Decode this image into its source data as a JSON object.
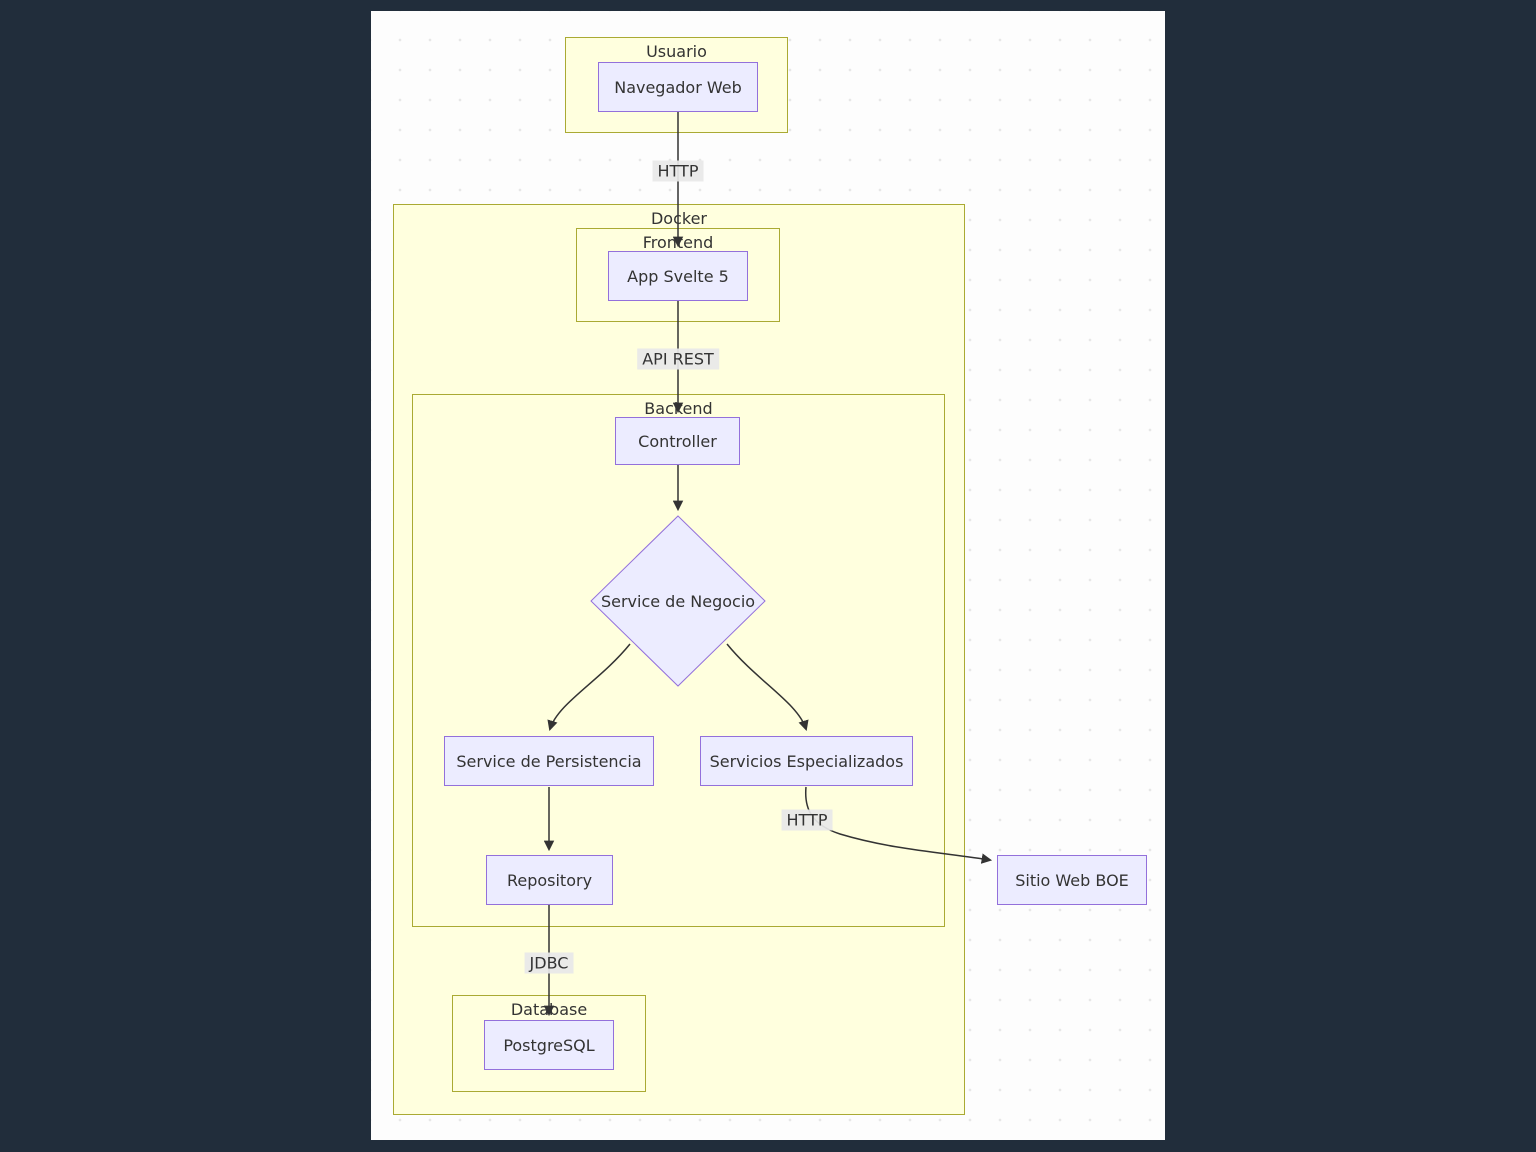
{
  "diagram": {
    "type": "flowchart",
    "direction": "top-down",
    "containers": [
      {
        "id": "usuario",
        "label": "Usuario"
      },
      {
        "id": "docker",
        "label": "Docker"
      },
      {
        "id": "frontend",
        "label": "Frontend"
      },
      {
        "id": "backend",
        "label": "Backend"
      },
      {
        "id": "database",
        "label": "Database"
      }
    ],
    "nodes": [
      {
        "id": "navegador-web",
        "label": "Navegador Web",
        "shape": "rect",
        "container": "usuario"
      },
      {
        "id": "app-svelte-5",
        "label": "App Svelte 5",
        "shape": "rect",
        "container": "frontend"
      },
      {
        "id": "controller",
        "label": "Controller",
        "shape": "rect",
        "container": "backend"
      },
      {
        "id": "service-negocio",
        "label": "Service de Negocio",
        "shape": "diamond",
        "container": "backend"
      },
      {
        "id": "service-persistencia",
        "label": "Service de Persistencia",
        "shape": "rect",
        "container": "backend"
      },
      {
        "id": "servicios-especializados",
        "label": "Servicios Especializados",
        "shape": "rect",
        "container": "backend"
      },
      {
        "id": "repository",
        "label": "Repository",
        "shape": "rect",
        "container": "backend"
      },
      {
        "id": "postgresql",
        "label": "PostgreSQL",
        "shape": "rect",
        "container": "database"
      },
      {
        "id": "sitio-web-boe",
        "label": "Sitio Web BOE",
        "shape": "rect",
        "container": null
      }
    ],
    "edges": [
      {
        "from": "navegador-web",
        "to": "app-svelte-5",
        "label": "HTTP"
      },
      {
        "from": "app-svelte-5",
        "to": "controller",
        "label": "API REST"
      },
      {
        "from": "controller",
        "to": "service-negocio",
        "label": ""
      },
      {
        "from": "service-negocio",
        "to": "service-persistencia",
        "label": ""
      },
      {
        "from": "service-negocio",
        "to": "servicios-especializados",
        "label": ""
      },
      {
        "from": "service-persistencia",
        "to": "repository",
        "label": ""
      },
      {
        "from": "repository",
        "to": "postgresql",
        "label": "JDBC"
      },
      {
        "from": "servicios-especializados",
        "to": "sitio-web-boe",
        "label": "HTTP"
      }
    ],
    "colors": {
      "background": "#212d3b",
      "canvas": "#fdfdfd",
      "canvas_dot": "#e7e7e7",
      "node_fill": "#ECECFF",
      "node_border": "#9370DB",
      "container_fill": "#ffffde",
      "container_border": "#aaaa33",
      "edge_stroke": "#333333",
      "edge_label_bg": "#e8e8e8",
      "text": "#333333"
    }
  }
}
